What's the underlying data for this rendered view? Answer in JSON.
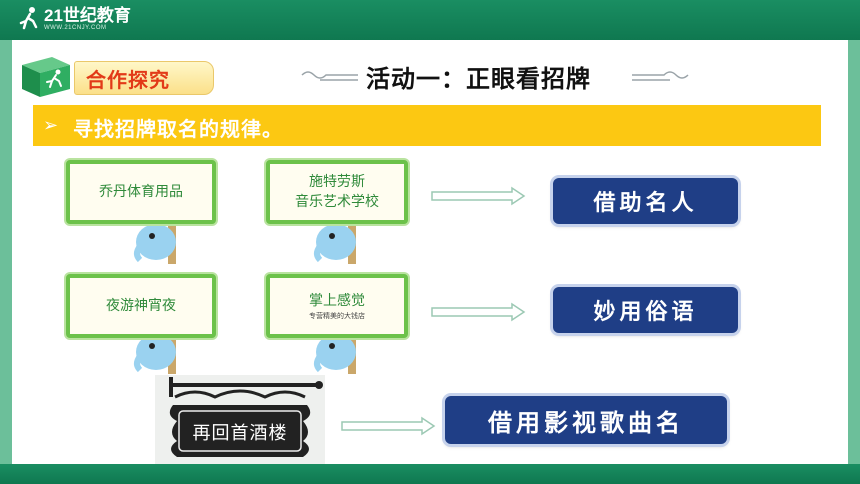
{
  "header": {
    "logo_text": "21世纪教育",
    "logo_url": "WWW.21CNJY.COM"
  },
  "section_tag": {
    "label": "合作探究",
    "icon": "running-figure-cube-icon"
  },
  "activity_title": "活动一：正眼看招牌",
  "banner": {
    "bullet_icon": "arrow-bullet-icon",
    "text": "寻找招牌取名的规律。"
  },
  "signs": [
    {
      "lines": [
        "乔丹体育用品"
      ],
      "sub": ""
    },
    {
      "lines": [
        "施特劳斯",
        "音乐艺术学校"
      ],
      "sub": ""
    },
    {
      "lines": [
        "夜游神宵夜"
      ],
      "sub": ""
    },
    {
      "lines": [
        "掌上感觉"
      ],
      "sub": "专营精美的大钱店"
    }
  ],
  "hotel_sign": {
    "text": "再回首酒楼"
  },
  "categories": [
    {
      "label": "借助名人"
    },
    {
      "label": "妙用俗语"
    },
    {
      "label": "借用影视歌曲名"
    }
  ],
  "colors": {
    "header_green": "#1a8e62",
    "banner_yellow": "#fcc812",
    "button_navy": "#1f3e86",
    "sign_green": "#6cc24a",
    "tag_red": "#e23a18"
  }
}
